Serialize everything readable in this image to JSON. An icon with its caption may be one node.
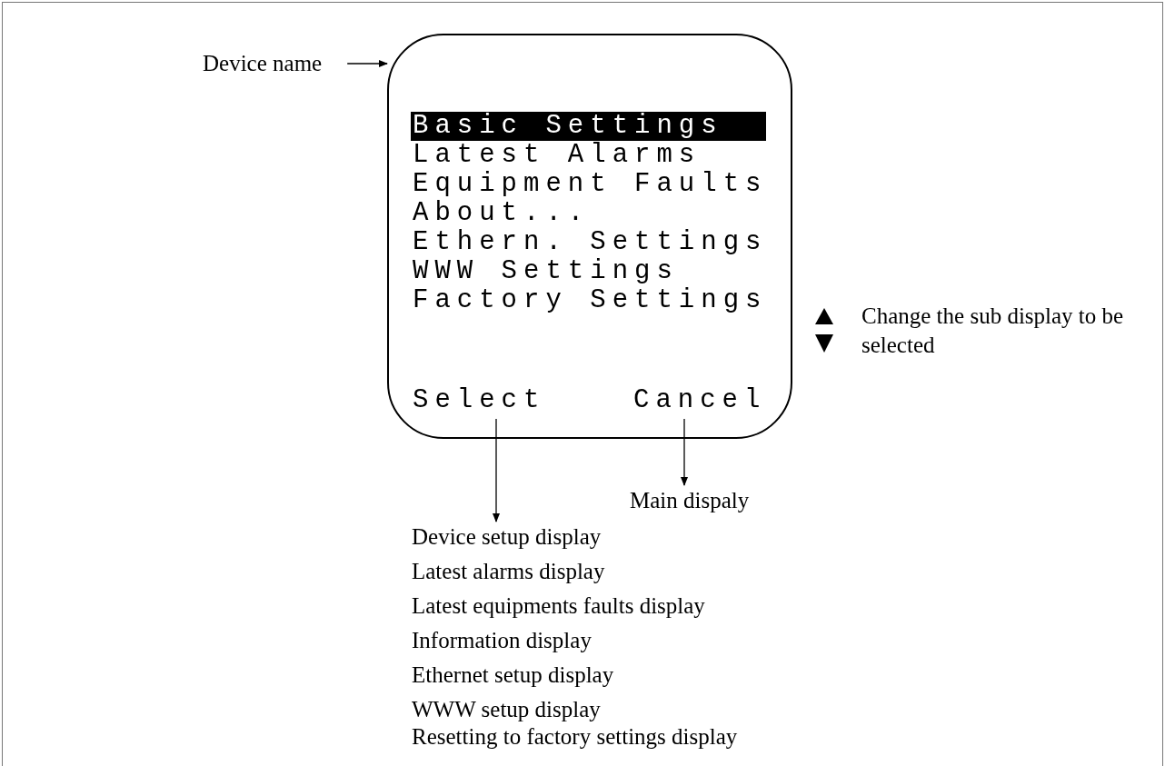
{
  "diagram": {
    "nodes": [
      {
        "text": [
          "Device name"
        ]
      },
      {
        "text": [
          "Basic Settings",
          "Latest Alarms",
          "Equipment Faults",
          "About...",
          "Ethern. Settings",
          "WWW Settings",
          "Factory Settings"
        ]
      },
      {
        "text": [
          "Select"
        ],
        "in": 1
      },
      {
        "text": [
          "Cancel"
        ],
        "in": 1
      },
      {
        "text": [
          "Device setup display",
          "Latest alarms display",
          "Latest equipments faults display",
          "Information display",
          "Ethernet setup display",
          "WWW setup display",
          "Resetting to factory settings display"
        ]
      },
      {
        "text": [
          "Main dispaly"
        ]
      }
    ],
    "edges": [
      {
        "from": 0,
        "to": 1,
        "arrow": "to"
      },
      {
        "from": 2,
        "to": 4,
        "arrow": "to"
      },
      {
        "from": 3,
        "to": 5,
        "arrow": "to"
      }
    ],
    "labels": [
      "Change the sub display to be selected"
    ]
  }
}
